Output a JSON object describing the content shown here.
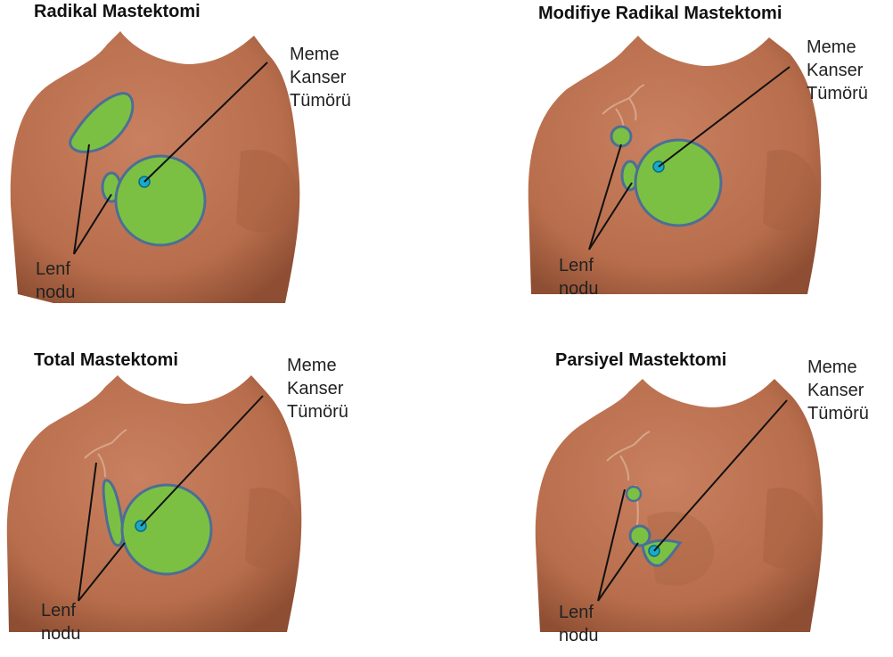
{
  "panels": [
    {
      "title": "Radikal Mastektomi",
      "tumor_label": [
        "Meme",
        "Kanser",
        "Tümörü"
      ],
      "node_label": [
        "Lenf",
        "nodu"
      ]
    },
    {
      "title": "Modifiye Radikal Mastektomi",
      "tumor_label": [
        "Meme",
        "Kanser",
        "Tümörü"
      ],
      "node_label": [
        "Lenf",
        "nodu"
      ]
    },
    {
      "title": "Total Mastektomi",
      "tumor_label": [
        "Meme",
        "Kanser",
        "Tümörü"
      ],
      "node_label": [
        "Lenf",
        "nodu"
      ]
    },
    {
      "title": "Parsiyel Mastektomi",
      "tumor_label": [
        "Meme",
        "Kanser",
        "Tümörü"
      ],
      "node_label": [
        "Lenf",
        "nodu"
      ]
    }
  ],
  "colors": {
    "skin": "#b86e4c",
    "skin_shadow": "#8e4e33",
    "excision": "#7bc043",
    "outline": "#4d6e95",
    "tumor": "#1aa9c8"
  }
}
